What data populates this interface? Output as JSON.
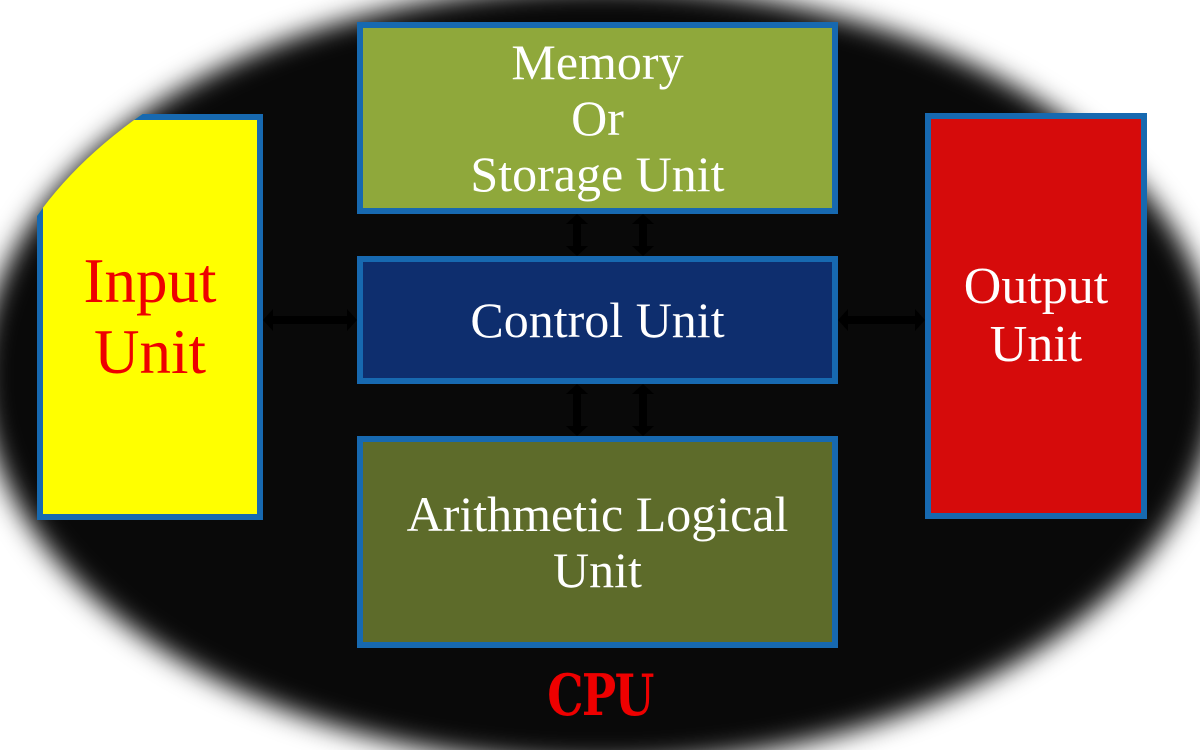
{
  "diagram": {
    "title": "CPU",
    "caption": "CPU",
    "background_color": "#ffffff",
    "oval_color": "#090909",
    "border_color": "#1769b0",
    "arrow_color": "#000000",
    "units": [
      {
        "id": "input",
        "label": "Input\nUnit",
        "fill": "#ffff00",
        "text_color": "#ee0000"
      },
      {
        "id": "memory",
        "label": "Memory\nOr\nStorage Unit",
        "fill": "#8fa83b",
        "text_color": "#ffffff"
      },
      {
        "id": "control",
        "label": "Control Unit",
        "fill": "#0e2e6e",
        "text_color": "#ffffff"
      },
      {
        "id": "alu",
        "label": "Arithmetic Logical Unit",
        "fill": "#5d6b2a",
        "text_color": "#ffffff"
      },
      {
        "id": "output",
        "label": "Output\nUnit",
        "fill": "#d60b0b",
        "text_color": "#ffffff"
      }
    ],
    "connections": [
      {
        "id": "memory-control-left",
        "from": "memory",
        "to": "control",
        "direction": "both",
        "orientation": "vertical"
      },
      {
        "id": "memory-control-right",
        "from": "memory",
        "to": "control",
        "direction": "both",
        "orientation": "vertical"
      },
      {
        "id": "control-alu-left",
        "from": "control",
        "to": "alu",
        "direction": "both",
        "orientation": "vertical"
      },
      {
        "id": "control-alu-right",
        "from": "control",
        "to": "alu",
        "direction": "both",
        "orientation": "vertical"
      },
      {
        "id": "input-control",
        "from": "input",
        "to": "control",
        "direction": "both",
        "orientation": "horizontal"
      },
      {
        "id": "control-output",
        "from": "control",
        "to": "output",
        "direction": "both",
        "orientation": "horizontal"
      }
    ]
  }
}
